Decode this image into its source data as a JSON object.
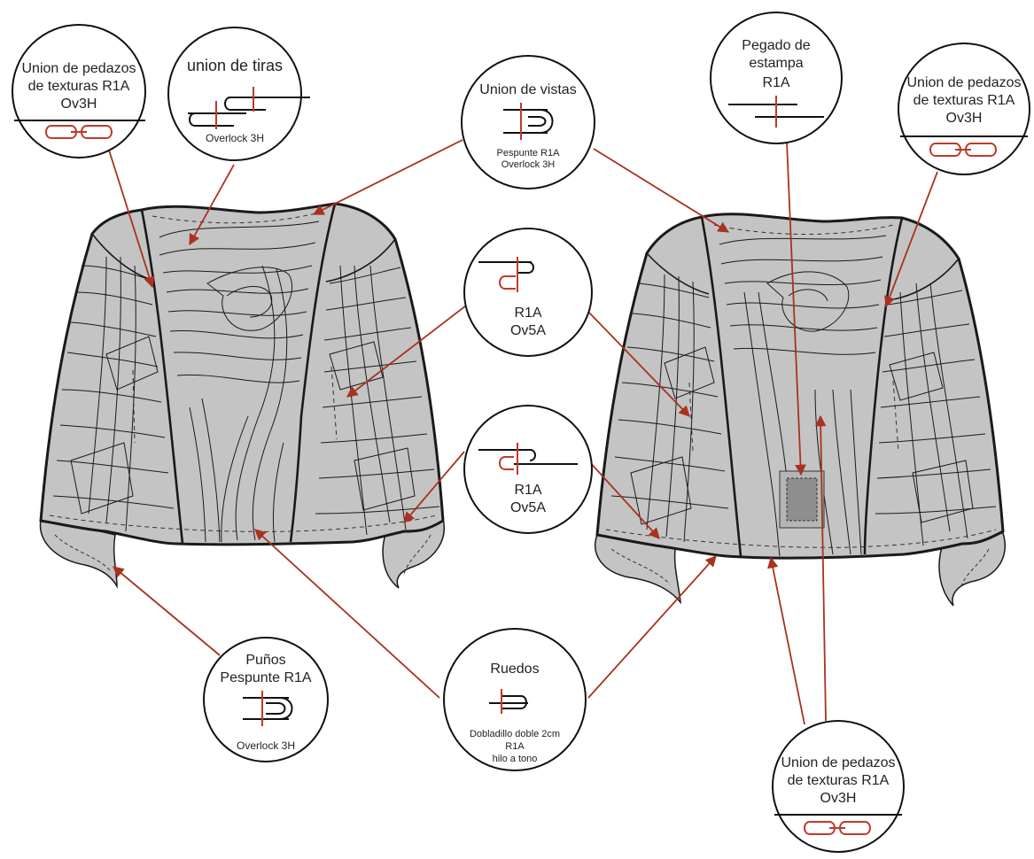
{
  "colors": {
    "leader": "#a8321f",
    "stitch_accent": "#c0392b",
    "garment_fill": "#c4c4c4",
    "garment_stroke": "#1a1a1a",
    "print_patch": "#8e8e8e",
    "circle_stroke": "#111111"
  },
  "callouts": [
    {
      "id": "texturas-front",
      "lines": [
        "Union de pedazos",
        "de texturas R1A",
        "Ov3H"
      ],
      "sub": [],
      "icon": "overlock-seam-icon"
    },
    {
      "id": "tiras",
      "lines": [
        "union de tiras"
      ],
      "sub": [
        "Overlock 3H"
      ],
      "icon": "strip-join-icon"
    },
    {
      "id": "vistas",
      "lines": [
        "Union de vistas"
      ],
      "sub": [
        "Pespunte R1A",
        "Overlock 3H"
      ],
      "icon": "facing-seam-icon"
    },
    {
      "id": "ov5a-top",
      "lines": [
        "R1A",
        "Ov5A"
      ],
      "sub": [],
      "icon": "safety-stitch-icon"
    },
    {
      "id": "ov5a-mid",
      "lines": [
        "R1A",
        "Ov5A"
      ],
      "sub": [],
      "icon": "safety-stitch-icon"
    },
    {
      "id": "estampa",
      "lines": [
        "Pegado de",
        "estampa",
        "R1A"
      ],
      "sub": [],
      "icon": "print-stitch-icon"
    },
    {
      "id": "texturas-back",
      "lines": [
        "Union de pedazos",
        "de texturas R1A",
        "Ov3H"
      ],
      "sub": [],
      "icon": "overlock-seam-icon"
    },
    {
      "id": "punos",
      "lines": [
        "Puños",
        "Pespunte R1A"
      ],
      "sub": [
        "Overlock 3H"
      ],
      "icon": "cuff-seam-icon"
    },
    {
      "id": "ruedos",
      "lines": [
        "Ruedos"
      ],
      "sub": [
        "Dobladillo doble 2cm",
        "R1A",
        "hilo a tono"
      ],
      "icon": "hem-fold-icon"
    },
    {
      "id": "texturas-bottom",
      "lines": [
        "Union de pedazos",
        "de texturas R1A",
        "Ov3H"
      ],
      "sub": [],
      "icon": "overlock-seam-icon"
    }
  ]
}
